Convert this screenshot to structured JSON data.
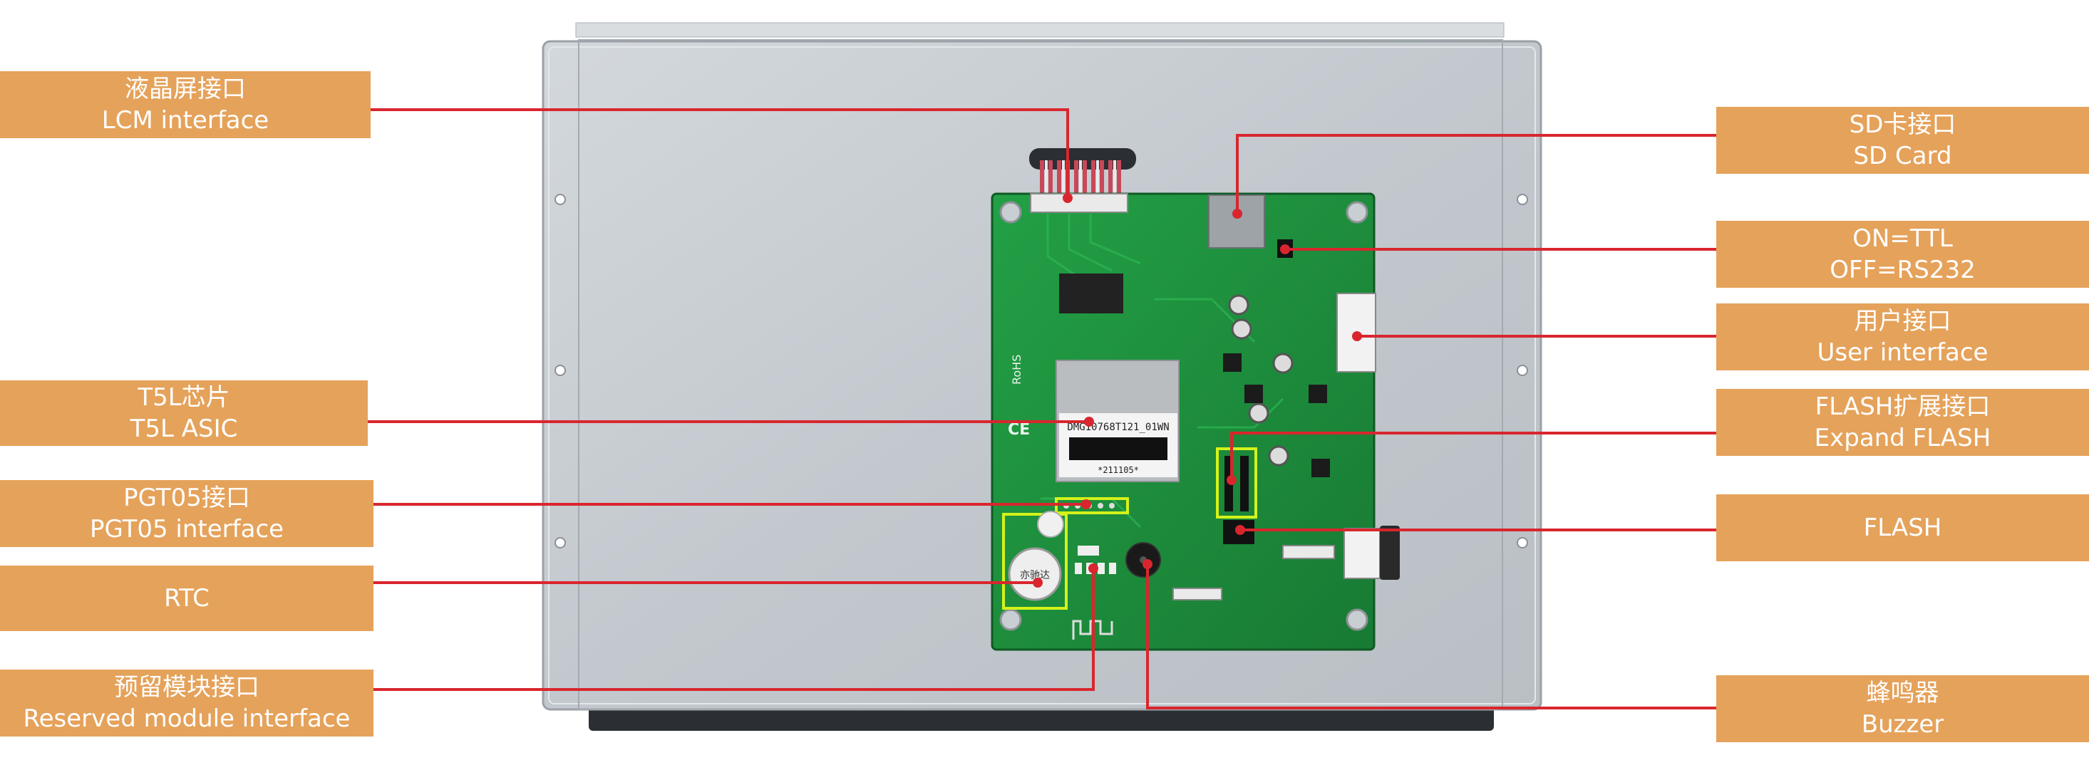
{
  "callouts": {
    "lcm": {
      "cn": "液晶屏接口",
      "en": "LCM interface"
    },
    "t5l": {
      "cn": "T5L芯片",
      "en": "T5L ASIC"
    },
    "pgt05": {
      "cn": "PGT05接口",
      "en": "PGT05 interface"
    },
    "rtc": {
      "en": "RTC"
    },
    "reserved": {
      "cn": "预留模块接口",
      "en": "Reserved module interface"
    },
    "sd": {
      "cn": "SD卡接口",
      "en": "SD Card"
    },
    "ttl": {
      "cn": "ON=TTL",
      "en": "OFF=RS232"
    },
    "user": {
      "cn": "用户接口",
      "en": "User interface"
    },
    "flashexp": {
      "cn": "FLASH扩展接口",
      "en": "Expand FLASH"
    },
    "flash": {
      "en": "FLASH"
    },
    "buzzer": {
      "cn": "蜂鸣器",
      "en": "Buzzer"
    }
  },
  "board": {
    "chip_label": "DMG10768T121_01WN",
    "chip_serial": "*211105*",
    "rohs": "RoHS",
    "rtc_text": "亦驰达"
  },
  "colors": {
    "label_bg": "#e5a25a",
    "leader": "#d9262e",
    "pcb": "#1f8a3c",
    "panel": "#c6ccd1"
  }
}
